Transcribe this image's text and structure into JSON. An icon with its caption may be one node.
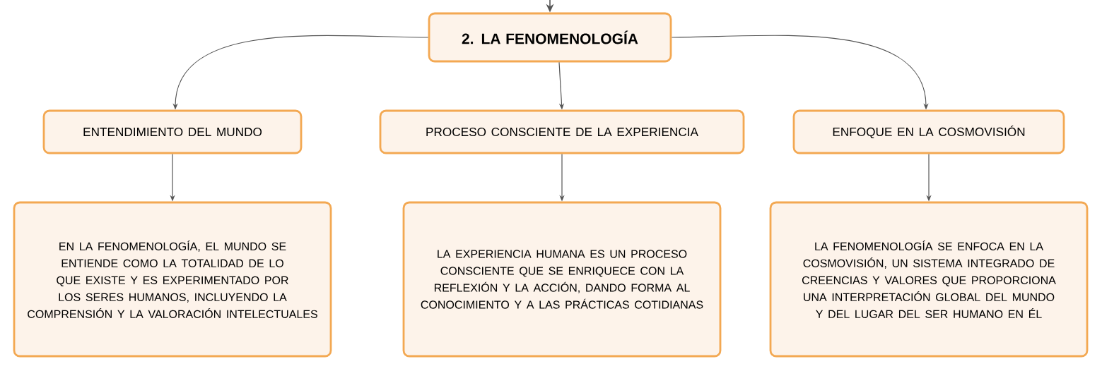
{
  "diagram": {
    "nodes": [
      {
        "text": [
          "2. LA FENOMENOLOGÍA"
        ]
      },
      {
        "text": [
          "ENTENDIMIENTO DEL MUNDO"
        ]
      },
      {
        "text": [
          "PROCESO CONSCIENTE DE LA EXPERIENCIA"
        ]
      },
      {
        "text": [
          "ENFOQUE EN LA COSMOVISIÓN"
        ]
      },
      {
        "text": [
          "EN LA FENOMENOLOGÍA, EL MUNDO SE ENTIENDE COMO LA TOTALIDAD DE LO QUE EXISTE Y ES EXPERIMENTADO POR LOS SERES HUMANOS, INCLUYENDO LA COMPRENSIÓN Y LA VALORACIÓN INTELECTUALES"
        ]
      },
      {
        "text": [
          "LA EXPERIENCIA HUMANA ES UN PROCESO CONSCIENTE QUE SE ENRIQUECE CON LA REFLEXIÓN Y LA ACCIÓN, DANDO FORMA AL CONOCIMIENTO Y A LAS PRÁCTICAS COTIDIANAS"
        ]
      },
      {
        "text": [
          "LA FENOMENOLOGÍA SE ENFOCA EN LA COSMOVISIÓN, UN SISTEMA INTEGRADO DE CREENCIAS Y VALORES QUE PROPORCIONA UNA INTERPRETACIÓN GLOBAL DEL MUNDO Y DEL LUGAR DEL SER HUMANO EN ÉL"
        ]
      }
    ],
    "edges": [
      {
        "from": null,
        "to": 0,
        "arrow": "to"
      },
      {
        "from": 0,
        "to": 1,
        "arrow": "to"
      },
      {
        "from": 0,
        "to": 2,
        "arrow": "to"
      },
      {
        "from": 0,
        "to": 3,
        "arrow": "to"
      },
      {
        "from": 1,
        "to": 4,
        "arrow": "to"
      },
      {
        "from": 2,
        "to": 5,
        "arrow": "to"
      },
      {
        "from": 3,
        "to": 6,
        "arrow": "to"
      }
    ]
  }
}
